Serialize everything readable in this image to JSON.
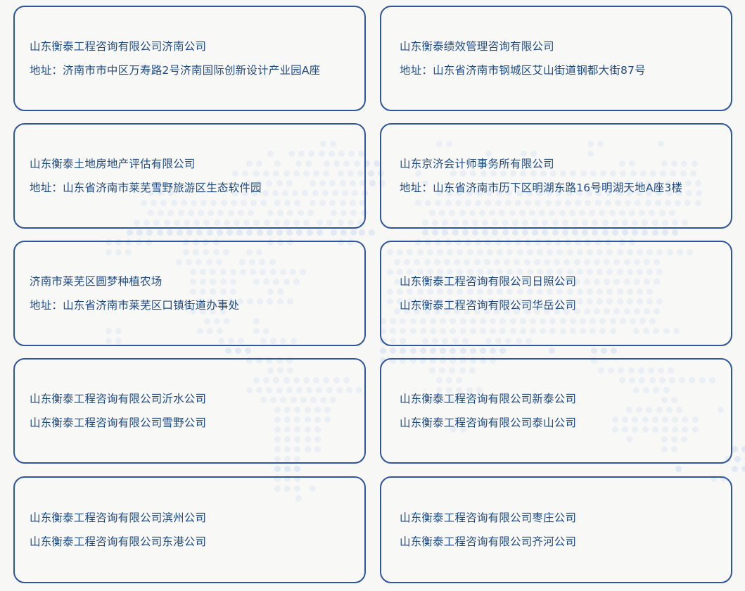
{
  "theme": {
    "background": "#f7f7f6",
    "card_border": "#2f55a0",
    "text_color": "#1f4a8a",
    "map_dot_color": "#e2e9f3"
  },
  "background_decoration": "dotted-world-map",
  "cards": [
    {
      "title": "山东衡泰工程咨询有限公司济南公司",
      "subtitle": "地址：济南市市中区万寿路2号济南国际创新设计产业园A座"
    },
    {
      "title": "山东衡泰绩效管理咨询有限公司",
      "subtitle": "地址：山东省济南市钢城区艾山街道钢都大街87号"
    },
    {
      "title": "山东衡泰土地房地产评估有限公司",
      "subtitle": "地址：山东省济南市莱芜雪野旅游区生态软件园"
    },
    {
      "title": "山东京济会计师事务所有限公司",
      "subtitle": "地址：山东省济南市历下区明湖东路16号明湖天地A座3楼"
    },
    {
      "title": "济南市莱芜区圆梦种植农场",
      "subtitle": "地址：山东省济南市莱芜区口镇街道办事处"
    },
    {
      "title": "山东衡泰工程咨询有限公司日照公司",
      "subtitle": "山东衡泰工程咨询有限公司华岳公司"
    },
    {
      "title": "山东衡泰工程咨询有限公司沂水公司",
      "subtitle": "山东衡泰工程咨询有限公司雪野公司"
    },
    {
      "title": "山东衡泰工程咨询有限公司新泰公司",
      "subtitle": "山东衡泰工程咨询有限公司泰山公司"
    },
    {
      "title": "山东衡泰工程咨询有限公司滨州公司",
      "subtitle": "山东衡泰工程咨询有限公司东港公司"
    },
    {
      "title": "山东衡泰工程咨询有限公司枣庄公司",
      "subtitle": "山东衡泰工程咨询有限公司齐河公司"
    }
  ]
}
